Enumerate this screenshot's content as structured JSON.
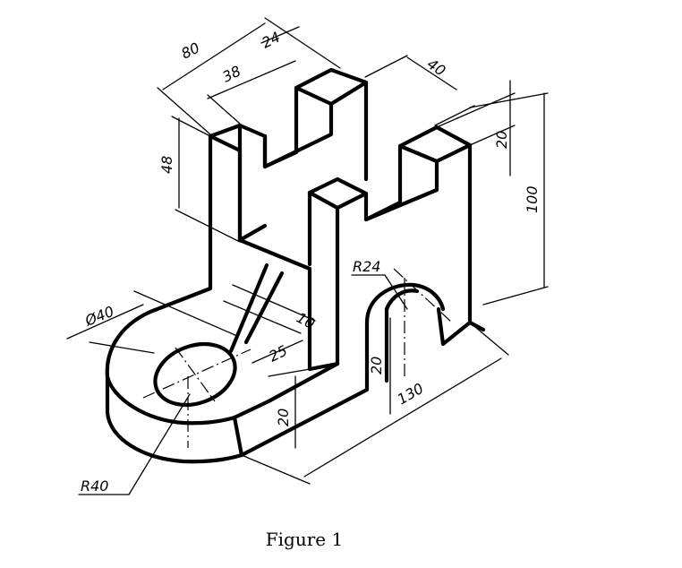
{
  "caption": "Figure 1",
  "dimensions": {
    "d80": "80",
    "d24": "24",
    "d38": "38",
    "d40": "40",
    "d48": "48",
    "d20_top": "20",
    "d100": "100",
    "r24": "R24",
    "phi40": "Ø40",
    "d10": "10",
    "d25": "25",
    "d20_arch": "20",
    "d130": "130",
    "d20_base": "20",
    "r40": "R40"
  }
}
